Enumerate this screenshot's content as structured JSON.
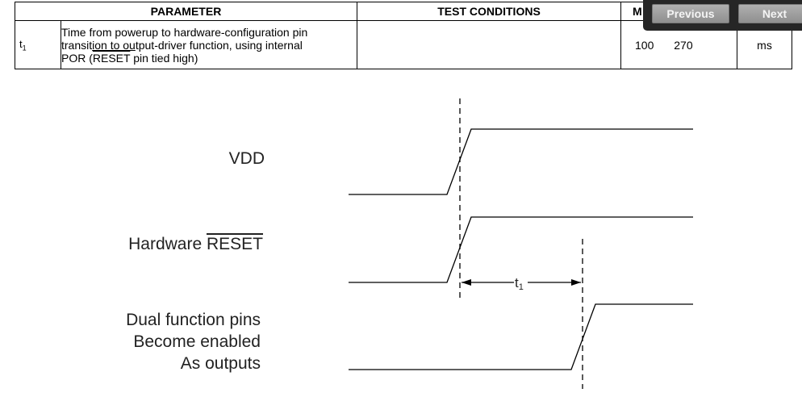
{
  "table": {
    "headers": {
      "parameter": "PARAMETER",
      "test_conditions": "TEST CONDITIONS",
      "min_truncated": "M"
    },
    "row": {
      "symbol": "t",
      "symbol_sub": "1",
      "description_line1": "Time from powerup to hardware-configuration pin",
      "description_line2_a": "transit",
      "description_line2_u": "ion to ou",
      "description_line2_b": "tput-driver function, using internal",
      "description_line3_a": "POR (",
      "description_line3_ol": "RESET",
      "description_line3_b": " pin tied high)",
      "test_conditions": "",
      "min": "100",
      "max": "270",
      "unit": "ms"
    }
  },
  "nav": {
    "previous_label": "Previous",
    "next_label": "Next"
  },
  "diagram": {
    "labels": {
      "vdd": "VDD",
      "reset_prefix": "Hardware ",
      "reset_overline": "RESET",
      "dual_line1": "Dual function pins",
      "dual_line2": "Become enabled",
      "dual_line3": "As outputs"
    },
    "interval_label": "t",
    "interval_sub": "1"
  }
}
